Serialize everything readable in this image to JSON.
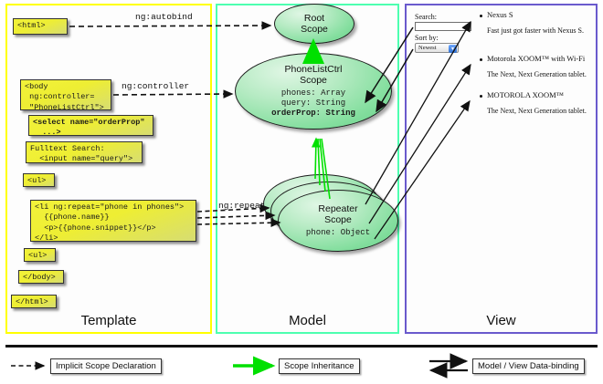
{
  "columns": [
    {
      "key": "template",
      "label": "Template",
      "border": "#ffff00"
    },
    {
      "key": "model",
      "label": "Model",
      "border": "#4dffb0"
    },
    {
      "key": "view",
      "label": "View",
      "border": "#6a5acd"
    }
  ],
  "template": {
    "boxes": [
      {
        "name": "html-open-box",
        "text": "<html>"
      },
      {
        "name": "body-controller-box",
        "text": "<body\n ng:controller=\n \"PhoneListCtrl\">"
      },
      {
        "name": "select-orderprop-box",
        "text": "<select name=\"orderProp\"\n  ...>"
      },
      {
        "name": "fulltext-search-box",
        "text": "Fulltext Search:\n  <input name=\"query\">"
      },
      {
        "name": "ul-open-box",
        "text": "<ul>"
      },
      {
        "name": "li-ngrepeat-box",
        "text": "<li ng:repeat=\"phone in phones\">\n  {{phone.name}}\n  <p>{{phone.snippet}}</p>\n</li>"
      },
      {
        "name": "ul-close-box",
        "text": "<ul>"
      },
      {
        "name": "body-close-box",
        "text": "</body>"
      },
      {
        "name": "html-close-box",
        "text": "</html>"
      }
    ]
  },
  "connectors": {
    "autobind": "ng:autobind",
    "controller": "ng:controller",
    "repeat": "ng:repeat"
  },
  "model": {
    "root_scope": {
      "title": "Root\nScope",
      "props": ""
    },
    "phonelist_scope": {
      "title": "PhoneListCtrl\nScope",
      "props_normal": "phones: Array\nquery: String",
      "props_bold": "orderProp: String"
    },
    "repeater_scope": {
      "title": "Repeater\nScope",
      "props": "phone: Object"
    }
  },
  "view": {
    "search_label": "Search:",
    "search_value": "",
    "sort_label": "Sort by:",
    "sort_selected": "Newest",
    "phones": [
      {
        "name": "Nexus S",
        "snippet": "Fast just got faster with Nexus S."
      },
      {
        "name": "Motorola XOOM™ with Wi-Fi",
        "snippet": "The Next, Next Generation tablet."
      },
      {
        "name": "MOTOROLA XOOM™",
        "snippet": "The Next, Next Generation tablet."
      }
    ]
  },
  "legend": [
    {
      "name": "legend-implicit-scope",
      "label": "Implicit Scope Declaration",
      "style": "dashed-arrow",
      "color": "#111111"
    },
    {
      "name": "legend-scope-inheritance",
      "label": "Scope Inheritance",
      "style": "solid-arrow",
      "color": "#00e000"
    },
    {
      "name": "legend-data-binding",
      "label": "Model / View Data-binding",
      "style": "double-arrow",
      "color": "#111111"
    }
  ]
}
